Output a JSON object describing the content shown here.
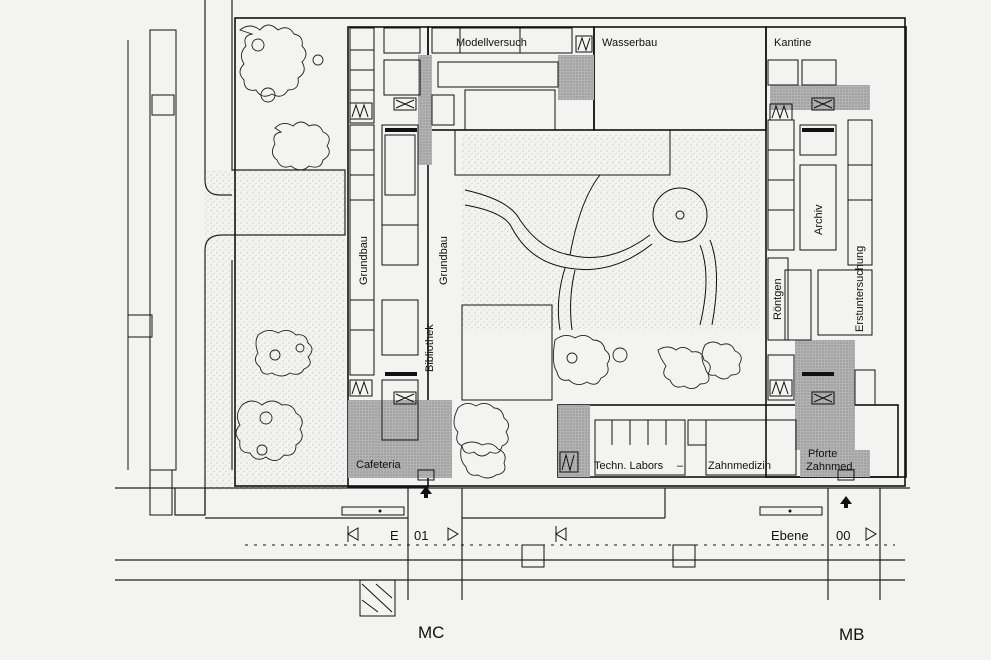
{
  "labels": {
    "modellversuch": "Modellversuch",
    "wasserbau": "Wasserbau",
    "kantine": "Kantine",
    "grundbau_left": "Grundbau",
    "grundbau_right": "Grundbau",
    "bibliothek": "Bibliothek",
    "archiv": "Archiv",
    "roentgen": "Röntgen",
    "erstuntersuchung": "Erstuntersuchung",
    "cafeteria": "Cafeteria",
    "techn_labors": "Techn. Labors",
    "dash": "–",
    "zahnmedizin": "Zahnmedizin",
    "pforte_line1": "Pforte",
    "pforte_line2": "Zahnmed.",
    "level_left_prefix": "E",
    "level_left_num": "01",
    "level_right_prefix": "Ebene",
    "level_right_num": "00",
    "building_mc": "MC",
    "building_mb": "MB"
  },
  "colors": {
    "ink": "#111111",
    "paper": "#f3f3f1",
    "shaded": "#bdbdbd"
  }
}
